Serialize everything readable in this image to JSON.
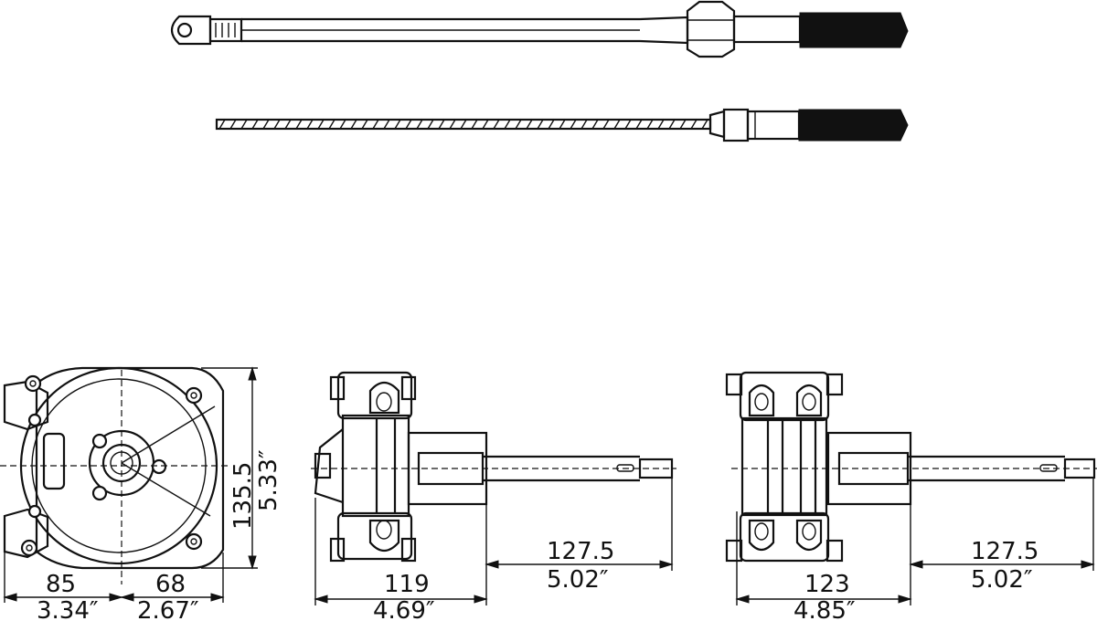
{
  "views": {
    "cable_rod": "cable-rod-end",
    "cable_wire": "cable-wire-end",
    "front_view": "helm-front-view",
    "side_view_1": "helm-side-view-single",
    "side_view_2": "helm-side-view-double"
  },
  "dimensions": {
    "front_height_mm": "135.5",
    "front_height_in": "5.33″",
    "front_left_mm": "85",
    "front_left_in": "3.34″",
    "front_right_mm": "68",
    "front_right_in": "2.67″",
    "side1_body_mm": "119",
    "side1_body_in": "4.69″",
    "side1_shaft_mm": "127.5",
    "side1_shaft_in": "5.02″",
    "side2_body_mm": "123",
    "side2_body_in": "4.85″",
    "side2_shaft_mm": "127.5",
    "side2_shaft_in": "5.02″"
  },
  "colors": {
    "ink": "#111111",
    "paper": "#ffffff"
  }
}
